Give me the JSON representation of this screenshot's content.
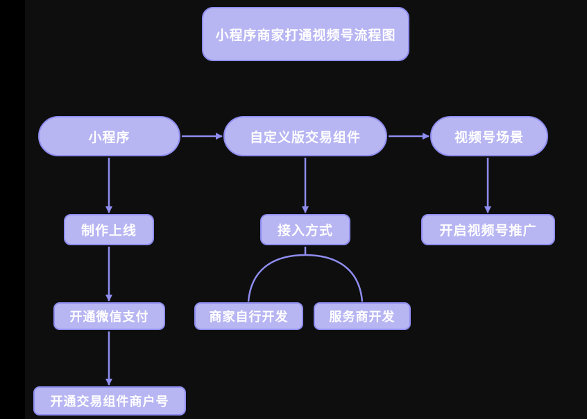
{
  "title": "小程序商家打通视频号流程图",
  "nodes": {
    "miniprogram": {
      "label": "小程序"
    },
    "custom_component": {
      "label": "自定义版交易组件"
    },
    "channels_scene": {
      "label": "视频号场景"
    },
    "build_launch": {
      "label": "制作上线"
    },
    "access_method": {
      "label": "接入方式"
    },
    "channels_promo": {
      "label": "开启视频号推广"
    },
    "wechat_pay": {
      "label": "开通微信支付"
    },
    "merchant_dev": {
      "label": "商家自行开发"
    },
    "provider_dev": {
      "label": "服务商开发"
    },
    "component_account": {
      "label": "开通交易组件商户号"
    }
  },
  "edges": [
    {
      "from": "miniprogram",
      "to": "custom_component"
    },
    {
      "from": "custom_component",
      "to": "channels_scene"
    },
    {
      "from": "miniprogram",
      "to": "build_launch"
    },
    {
      "from": "build_launch",
      "to": "wechat_pay"
    },
    {
      "from": "wechat_pay",
      "to": "component_account"
    },
    {
      "from": "custom_component",
      "to": "access_method"
    },
    {
      "from": "access_method",
      "to": "merchant_dev"
    },
    {
      "from": "access_method",
      "to": "provider_dev"
    },
    {
      "from": "channels_scene",
      "to": "channels_promo"
    }
  ],
  "colors": {
    "background": "#0e0e0e",
    "left_strip": "#000000",
    "node_fill": "#b7b5f2",
    "node_border": "#8f8df0",
    "edge": "#8f8df0",
    "text": "#ffffff"
  }
}
